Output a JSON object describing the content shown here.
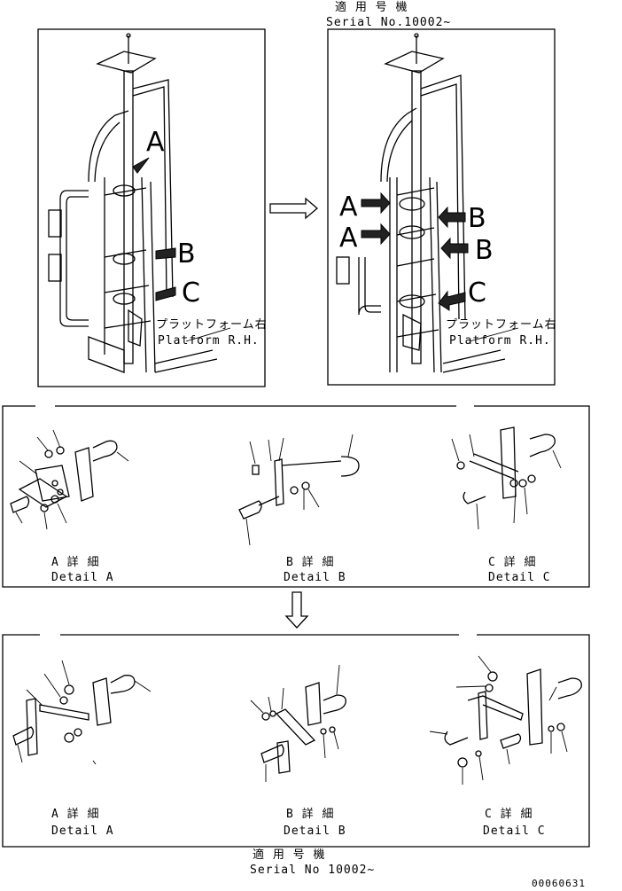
{
  "top": {
    "serial_jp": "適 用 号 機",
    "serial_en": "Serial No.10002~",
    "left_panel": {
      "callouts": [
        "A",
        "B",
        "C"
      ],
      "platform_jp": "プラットフォーム右",
      "platform_en": "Platform R.H."
    },
    "right_panel": {
      "callouts_left": [
        "A",
        "A"
      ],
      "callouts_right": [
        "B",
        "B",
        "C"
      ],
      "platform_jp": "プラットフォーム右",
      "platform_en": "Platform R.H."
    }
  },
  "middle": {
    "details": [
      {
        "jp": "A 詳 細",
        "en": "Detail A"
      },
      {
        "jp": "B 詳 細",
        "en": "Detail B"
      },
      {
        "jp": "C 詳 細",
        "en": "Detail C"
      }
    ]
  },
  "bottom": {
    "details": [
      {
        "jp": "A 詳 細",
        "en": "Detail A"
      },
      {
        "jp": "B 詳 細",
        "en": "Detail B"
      },
      {
        "jp": "C 詳 細",
        "en": "Detail C"
      }
    ],
    "serial_jp": "適 用 号 機",
    "serial_en": "Serial No 10002~"
  },
  "drawing_number": "00060631"
}
